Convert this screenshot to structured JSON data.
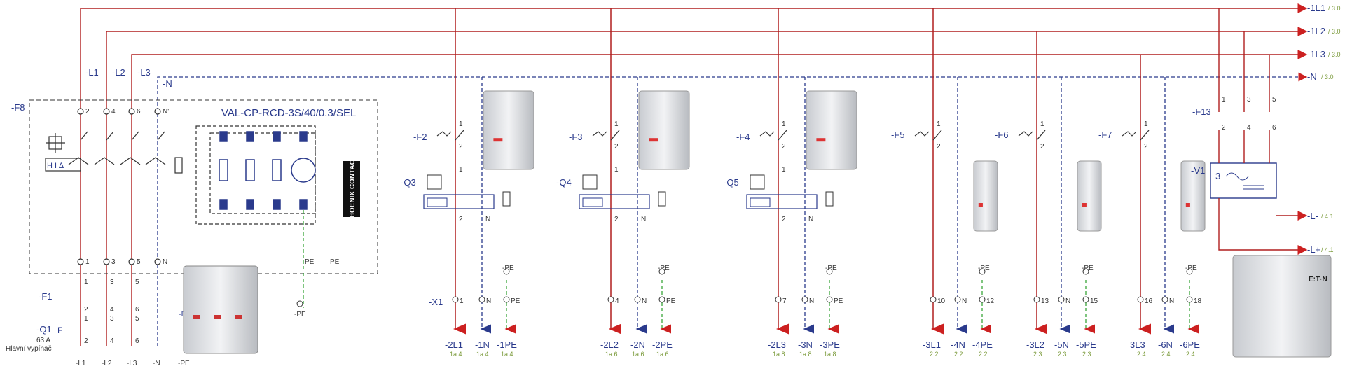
{
  "colors": {
    "phase_line": "#b01e1e",
    "neutral_line": "#2a3a8c",
    "pe_line": "#3aa63a",
    "label_blue": "#2a3a8c",
    "ref_green": "#7a9a3a"
  },
  "buses": [
    {
      "name": "-1L1",
      "ref": "/ 3.0"
    },
    {
      "name": "-1L2",
      "ref": "/ 3.0"
    },
    {
      "name": "-1L3",
      "ref": "/ 3.0"
    },
    {
      "name": "-N",
      "ref": "/ 3.0"
    },
    {
      "name": "-L-",
      "ref": "/ 4.1"
    },
    {
      "name": "-L+",
      "ref": "/ 4.1"
    }
  ],
  "supply": {
    "l1": "-L1",
    "l2": "-L2",
    "l3": "-L3",
    "n": "-N",
    "f8": "-F8",
    "spd_type": "VAL-CP-RCD-3S/40/0.3/SEL",
    "spd_brand": "PHOENIX CONTACT",
    "f1": "-F1",
    "q1": "-Q1",
    "q1_rating": "63 A",
    "q1_desc": "Hlavní vypínač",
    "f": "F",
    "p": "-P",
    "top_pins": [
      "2",
      "4",
      "6",
      "N'"
    ],
    "bottom_pins": [
      "1",
      "3",
      "5",
      "N"
    ],
    "pe_pins": [
      "PE",
      "PE"
    ],
    "pe_label": "-PE",
    "f1_pins_top": [
      "1",
      "3",
      "5"
    ],
    "f1_pins_bottom": [
      "2",
      "4",
      "6"
    ],
    "q1_pins_top": [
      "1",
      "3",
      "5"
    ],
    "q1_pins_bottom": [
      "2",
      "4",
      "6"
    ],
    "feeds": [
      "-L1",
      "-L2",
      "-L3",
      "-N",
      "-PE"
    ]
  },
  "groups": [
    {
      "f": "-F2",
      "q": "-Q3",
      "x1": "-X1",
      "terms": [
        "1",
        "N",
        "PE"
      ],
      "bottom": [
        "-2L1",
        "-1N",
        "-1PE"
      ],
      "refs": [
        "1a.4",
        "1a.4",
        "1a.4"
      ]
    },
    {
      "f": "-F3",
      "q": "-Q4",
      "terms": [
        "4",
        "N",
        "PE"
      ],
      "bottom": [
        "-2L2",
        "-2N",
        "-2PE"
      ],
      "refs": [
        "1a.6",
        "1a.6",
        "1a.6"
      ]
    },
    {
      "f": "-F4",
      "q": "-Q5",
      "terms": [
        "7",
        "N",
        "PE"
      ],
      "bottom": [
        "-2L3",
        "-3N",
        "-3PE"
      ],
      "refs": [
        "1a.8",
        "1a.8",
        "1a.8"
      ]
    }
  ],
  "mcbs": [
    {
      "f": "-F5",
      "terms": [
        "10",
        "N",
        "12"
      ],
      "bottom": [
        "-3L1",
        "-4N",
        "-4PE"
      ],
      "refs": [
        "2.2",
        "2.2",
        "2.2"
      ]
    },
    {
      "f": "-F6",
      "terms": [
        "13",
        "N",
        "15"
      ],
      "bottom": [
        "-3L2",
        "-5N",
        "-5PE"
      ],
      "refs": [
        "2.3",
        "2.3",
        "2.3"
      ]
    },
    {
      "f": "-F7",
      "terms": [
        "16",
        "N",
        "18"
      ],
      "bottom": [
        "3L3",
        "-6N",
        "-6PE"
      ],
      "refs": [
        "2.4",
        "2.4",
        "2.4"
      ]
    }
  ],
  "pins": {
    "one": "1",
    "two": "2",
    "n": "N",
    "pe": "-PE"
  },
  "psu": {
    "f13": "-F13",
    "v1": "-V1",
    "v1_num": "3",
    "f13_pins": [
      "1",
      "3",
      "5",
      "2",
      "4",
      "6"
    ]
  },
  "eaton": "E:T·N"
}
